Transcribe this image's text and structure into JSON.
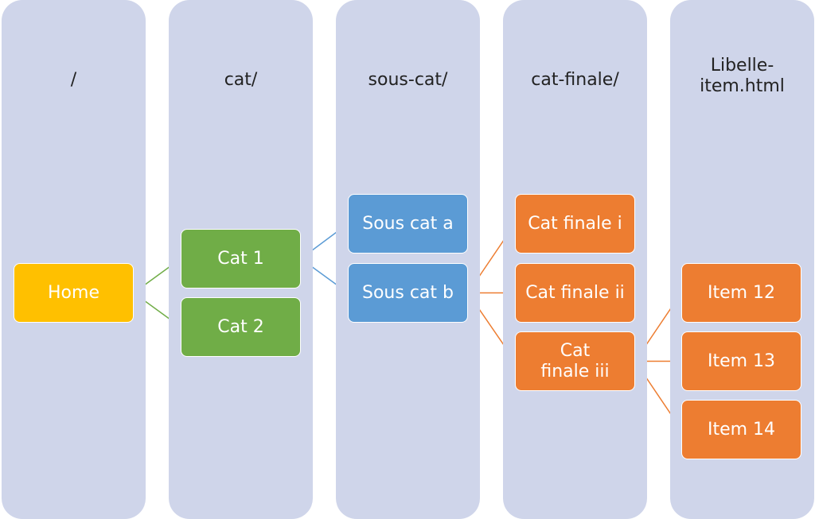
{
  "columns": [
    {
      "id": "c0",
      "label": "/"
    },
    {
      "id": "c1",
      "label": "cat/"
    },
    {
      "id": "c2",
      "label": "sous-cat/"
    },
    {
      "id": "c3",
      "label": "cat-finale/"
    },
    {
      "id": "c4",
      "label": "Libelle-\nitem.html"
    }
  ],
  "nodes": {
    "home": {
      "label": "Home"
    },
    "cat1": {
      "label": "Cat 1"
    },
    "cat2": {
      "label": "Cat 2"
    },
    "souscata": {
      "label": "Sous cat a"
    },
    "souscatb": {
      "label": "Sous cat b"
    },
    "cfi": {
      "label": "Cat finale i"
    },
    "cfii": {
      "label": "Cat finale ii"
    },
    "cfiii": {
      "label": "Cat finale iii"
    },
    "item12": {
      "label": "Item 12"
    },
    "item13": {
      "label": "Item 13"
    },
    "item14": {
      "label": "Item 14"
    }
  },
  "edges": [
    {
      "from": "home",
      "to": "cat1"
    },
    {
      "from": "home",
      "to": "cat2"
    },
    {
      "from": "cat1",
      "to": "souscata"
    },
    {
      "from": "cat1",
      "to": "souscatb"
    },
    {
      "from": "souscatb",
      "to": "cfi"
    },
    {
      "from": "souscatb",
      "to": "cfii"
    },
    {
      "from": "souscatb",
      "to": "cfiii"
    },
    {
      "from": "cfiii",
      "to": "item12"
    },
    {
      "from": "cfiii",
      "to": "item13"
    },
    {
      "from": "cfiii",
      "to": "item14"
    }
  ],
  "colors": {
    "column_fill": "#cfd5ea",
    "home": "#ffc000",
    "cat": "#70ad47",
    "souscat": "#5b9bd5",
    "final": "#ed7d31"
  }
}
